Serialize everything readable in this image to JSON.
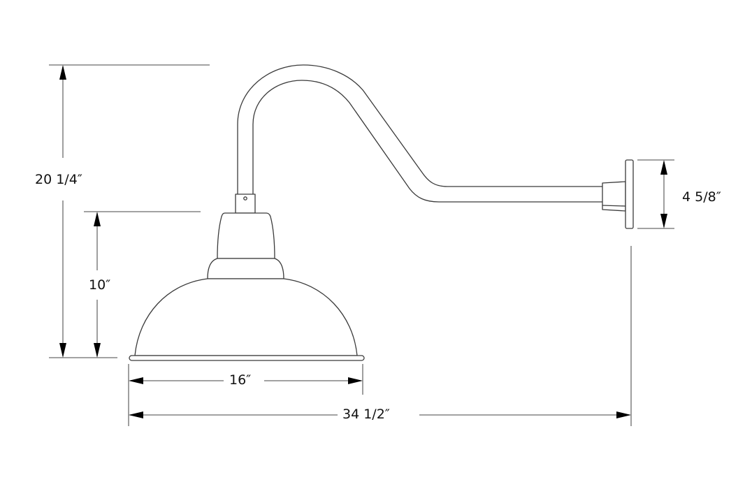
{
  "drawing": {
    "subject": "Gooseneck barn light technical drawing (side elevation)",
    "colors": {
      "background": "#ffffff",
      "outline": "#3a3a3a",
      "dimension_line": "#6b6b6b",
      "arrowhead": "#000000",
      "text": "#111111"
    }
  },
  "dimensions": {
    "overall_height": {
      "label": "20 1/4″",
      "orientation": "vertical",
      "description": "Top of arm to bottom of shade rim"
    },
    "shade_height": {
      "label": "10″",
      "orientation": "vertical",
      "description": "Top of shade fitter to bottom of shade rim"
    },
    "backplate_height": {
      "label": "4 5/8″",
      "orientation": "vertical",
      "description": "Wall mounting backplate height"
    },
    "shade_diameter": {
      "label": "16″",
      "orientation": "horizontal",
      "description": "Shade width"
    },
    "overall_projection": {
      "label": "34 1/2″",
      "orientation": "horizontal",
      "description": "Shade edge to wall"
    }
  }
}
